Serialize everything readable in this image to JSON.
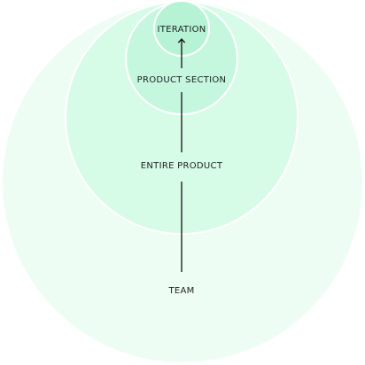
{
  "diagram": {
    "levels": [
      {
        "id": "team",
        "label": "TEAM",
        "fill": "#eefdf4"
      },
      {
        "id": "entire-product",
        "label": "ENTIRE PRODUCT",
        "fill": "#d6fbe7"
      },
      {
        "id": "product-section",
        "label": "PRODUCT SECTION",
        "fill": "#c4f7de"
      },
      {
        "id": "iteration",
        "label": "ITERATION",
        "fill": "#b6f3d4"
      }
    ],
    "ring_stroke": "#ffffff",
    "connector_color": "#111111",
    "background": "#ffffff"
  }
}
